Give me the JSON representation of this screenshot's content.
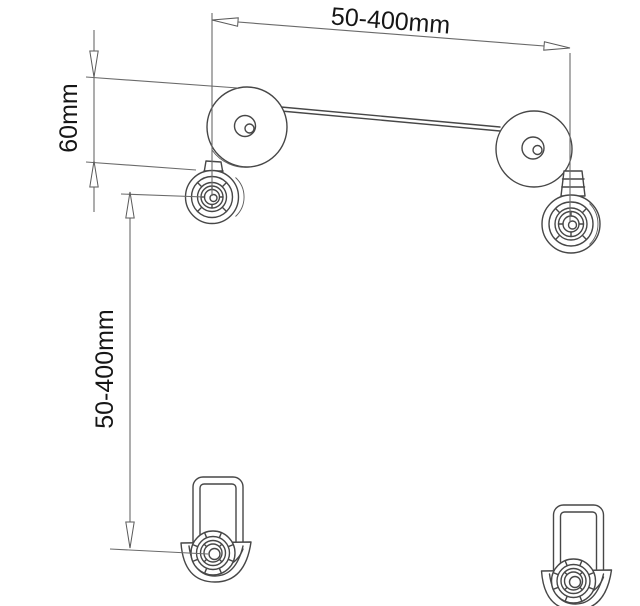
{
  "figure": {
    "kind": "technical line drawing"
  },
  "labels": {
    "top_width": "50-400mm",
    "offset": "60mm",
    "height": "50-400mm"
  },
  "colors": {
    "background": "#ffffff",
    "component_line": "#474747",
    "dimension_line": "#6a6a6a",
    "label_text": "#161616"
  }
}
